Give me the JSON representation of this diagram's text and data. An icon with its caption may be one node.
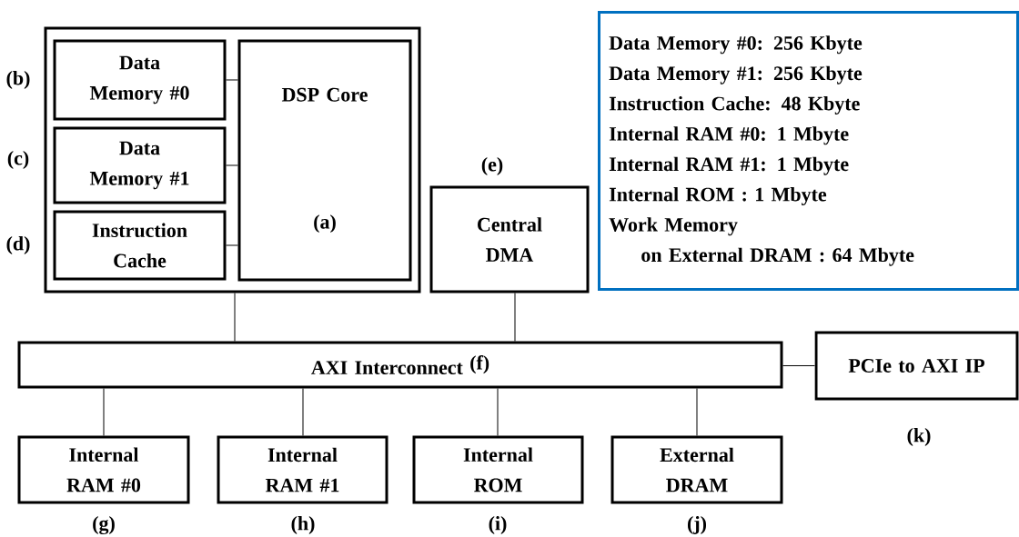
{
  "diagram": {
    "nodes": [
      {
        "text": [],
        "shape": "box"
      },
      {
        "text": [
          "Data Memory #0"
        ],
        "in": 0,
        "beside": [
          "(b)"
        ]
      },
      {
        "text": [
          "Data Memory #1"
        ],
        "in": 0,
        "beside": [
          "(c)"
        ]
      },
      {
        "text": [
          "Instruction Cache"
        ],
        "in": 0,
        "beside": [
          "(d)"
        ]
      },
      {
        "text": [
          "DSP Core",
          "(a)"
        ],
        "in": 0
      },
      {
        "text": [
          "Central DMA"
        ],
        "beside": [
          "(e)"
        ]
      },
      {
        "text": [
          "AXI Interconnect",
          "(f)"
        ]
      },
      {
        "text": [
          "PCIe to AXI IP"
        ],
        "beside": [
          "(k)"
        ]
      },
      {
        "text": [
          "Internal RAM #0"
        ],
        "beside": [
          "(g)"
        ]
      },
      {
        "text": [
          "Internal RAM #1"
        ],
        "beside": [
          "(h)"
        ]
      },
      {
        "text": [
          "Internal ROM"
        ],
        "beside": [
          "(i)"
        ]
      },
      {
        "text": [
          "External DRAM"
        ],
        "beside": [
          "(j)"
        ]
      },
      {
        "text": [
          "Data Memory #0: 256 Kbyte",
          "Data Memory #1: 256 Kbyte",
          "Instruction Cache: 48 Kbyte",
          "Internal RAM #0: 1 Mbyte",
          "Internal RAM #1: 1 Mbyte",
          "Internal ROM : 1 Mbyte",
          "Work Memory",
          "on External DRAM : 64 Mbyte"
        ]
      }
    ],
    "edges": [
      {
        "from": 1,
        "to": 4,
        "arrow": "none"
      },
      {
        "from": 2,
        "to": 4,
        "arrow": "none"
      },
      {
        "from": 3,
        "to": 4,
        "arrow": "none"
      },
      {
        "from": 0,
        "to": 6,
        "arrow": "none"
      },
      {
        "from": 5,
        "to": 6,
        "arrow": "none"
      },
      {
        "from": 6,
        "to": 7,
        "arrow": "none"
      },
      {
        "from": 6,
        "to": 8,
        "arrow": "none"
      },
      {
        "from": 6,
        "to": 9,
        "arrow": "none"
      },
      {
        "from": 6,
        "to": 10,
        "arrow": "none"
      },
      {
        "from": 6,
        "to": 11,
        "arrow": "none"
      }
    ]
  }
}
